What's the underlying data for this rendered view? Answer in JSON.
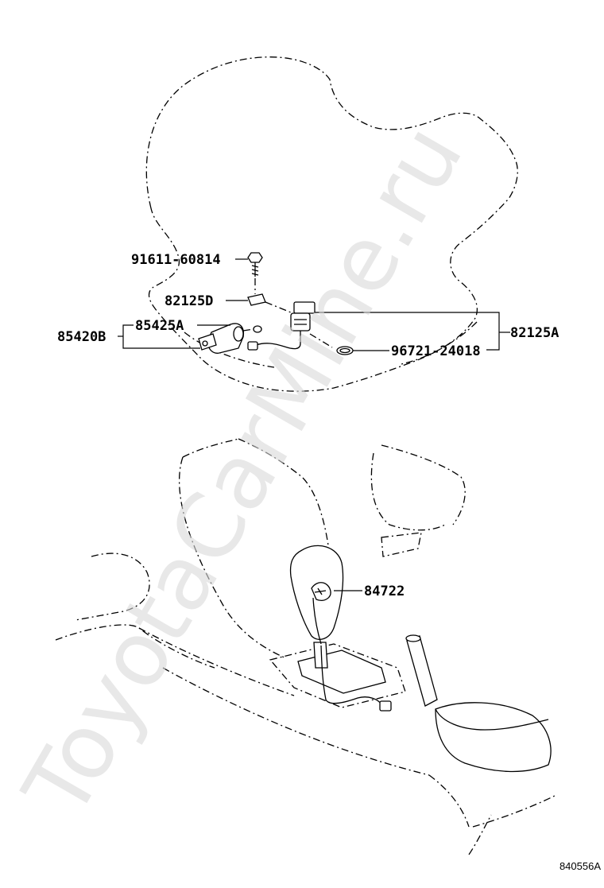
{
  "watermark": "ToyotaCarMine.ru",
  "figure_id": "840556A",
  "callouts": {
    "bolt": "91611-60814",
    "bracket": "82125D",
    "connector_group": "82125A",
    "oring": "96721-24018",
    "switch_sub": "85425A",
    "switch_assy": "85420B",
    "shift_knob_switch": "84722"
  }
}
